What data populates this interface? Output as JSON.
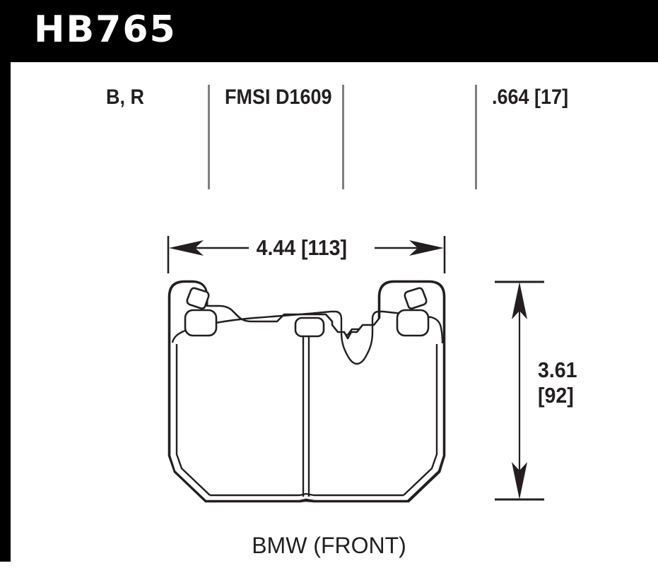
{
  "header": {
    "part_number": "HB765",
    "background_color": "#000000",
    "text_color": "#ffffff"
  },
  "specs": {
    "divider_color": "#7f7f7f",
    "compound_codes": "B, R",
    "fmsi_label": "FMSI D1609",
    "thickness": ".664 [17]"
  },
  "drawing": {
    "line_color": "#231f20",
    "fill_color": "#ffffff",
    "width_dimension": "4.44 [113]",
    "height_dimension_inch": "3.61",
    "height_dimension_mm": "[92]",
    "vehicle_label": "BMW (FRONT)"
  },
  "chart_data": {
    "type": "table",
    "title": "HB765",
    "rows": [
      {
        "field": "compound",
        "value": "B, R"
      },
      {
        "field": "fmsi",
        "value": "FMSI D1609"
      },
      {
        "field": "thickness_in_mm",
        "value": ".664 [17]"
      },
      {
        "field": "width_in_mm",
        "value": "4.44 [113]"
      },
      {
        "field": "height_in_mm",
        "value": "3.61 [92]"
      },
      {
        "field": "application",
        "value": "BMW (FRONT)"
      }
    ]
  }
}
